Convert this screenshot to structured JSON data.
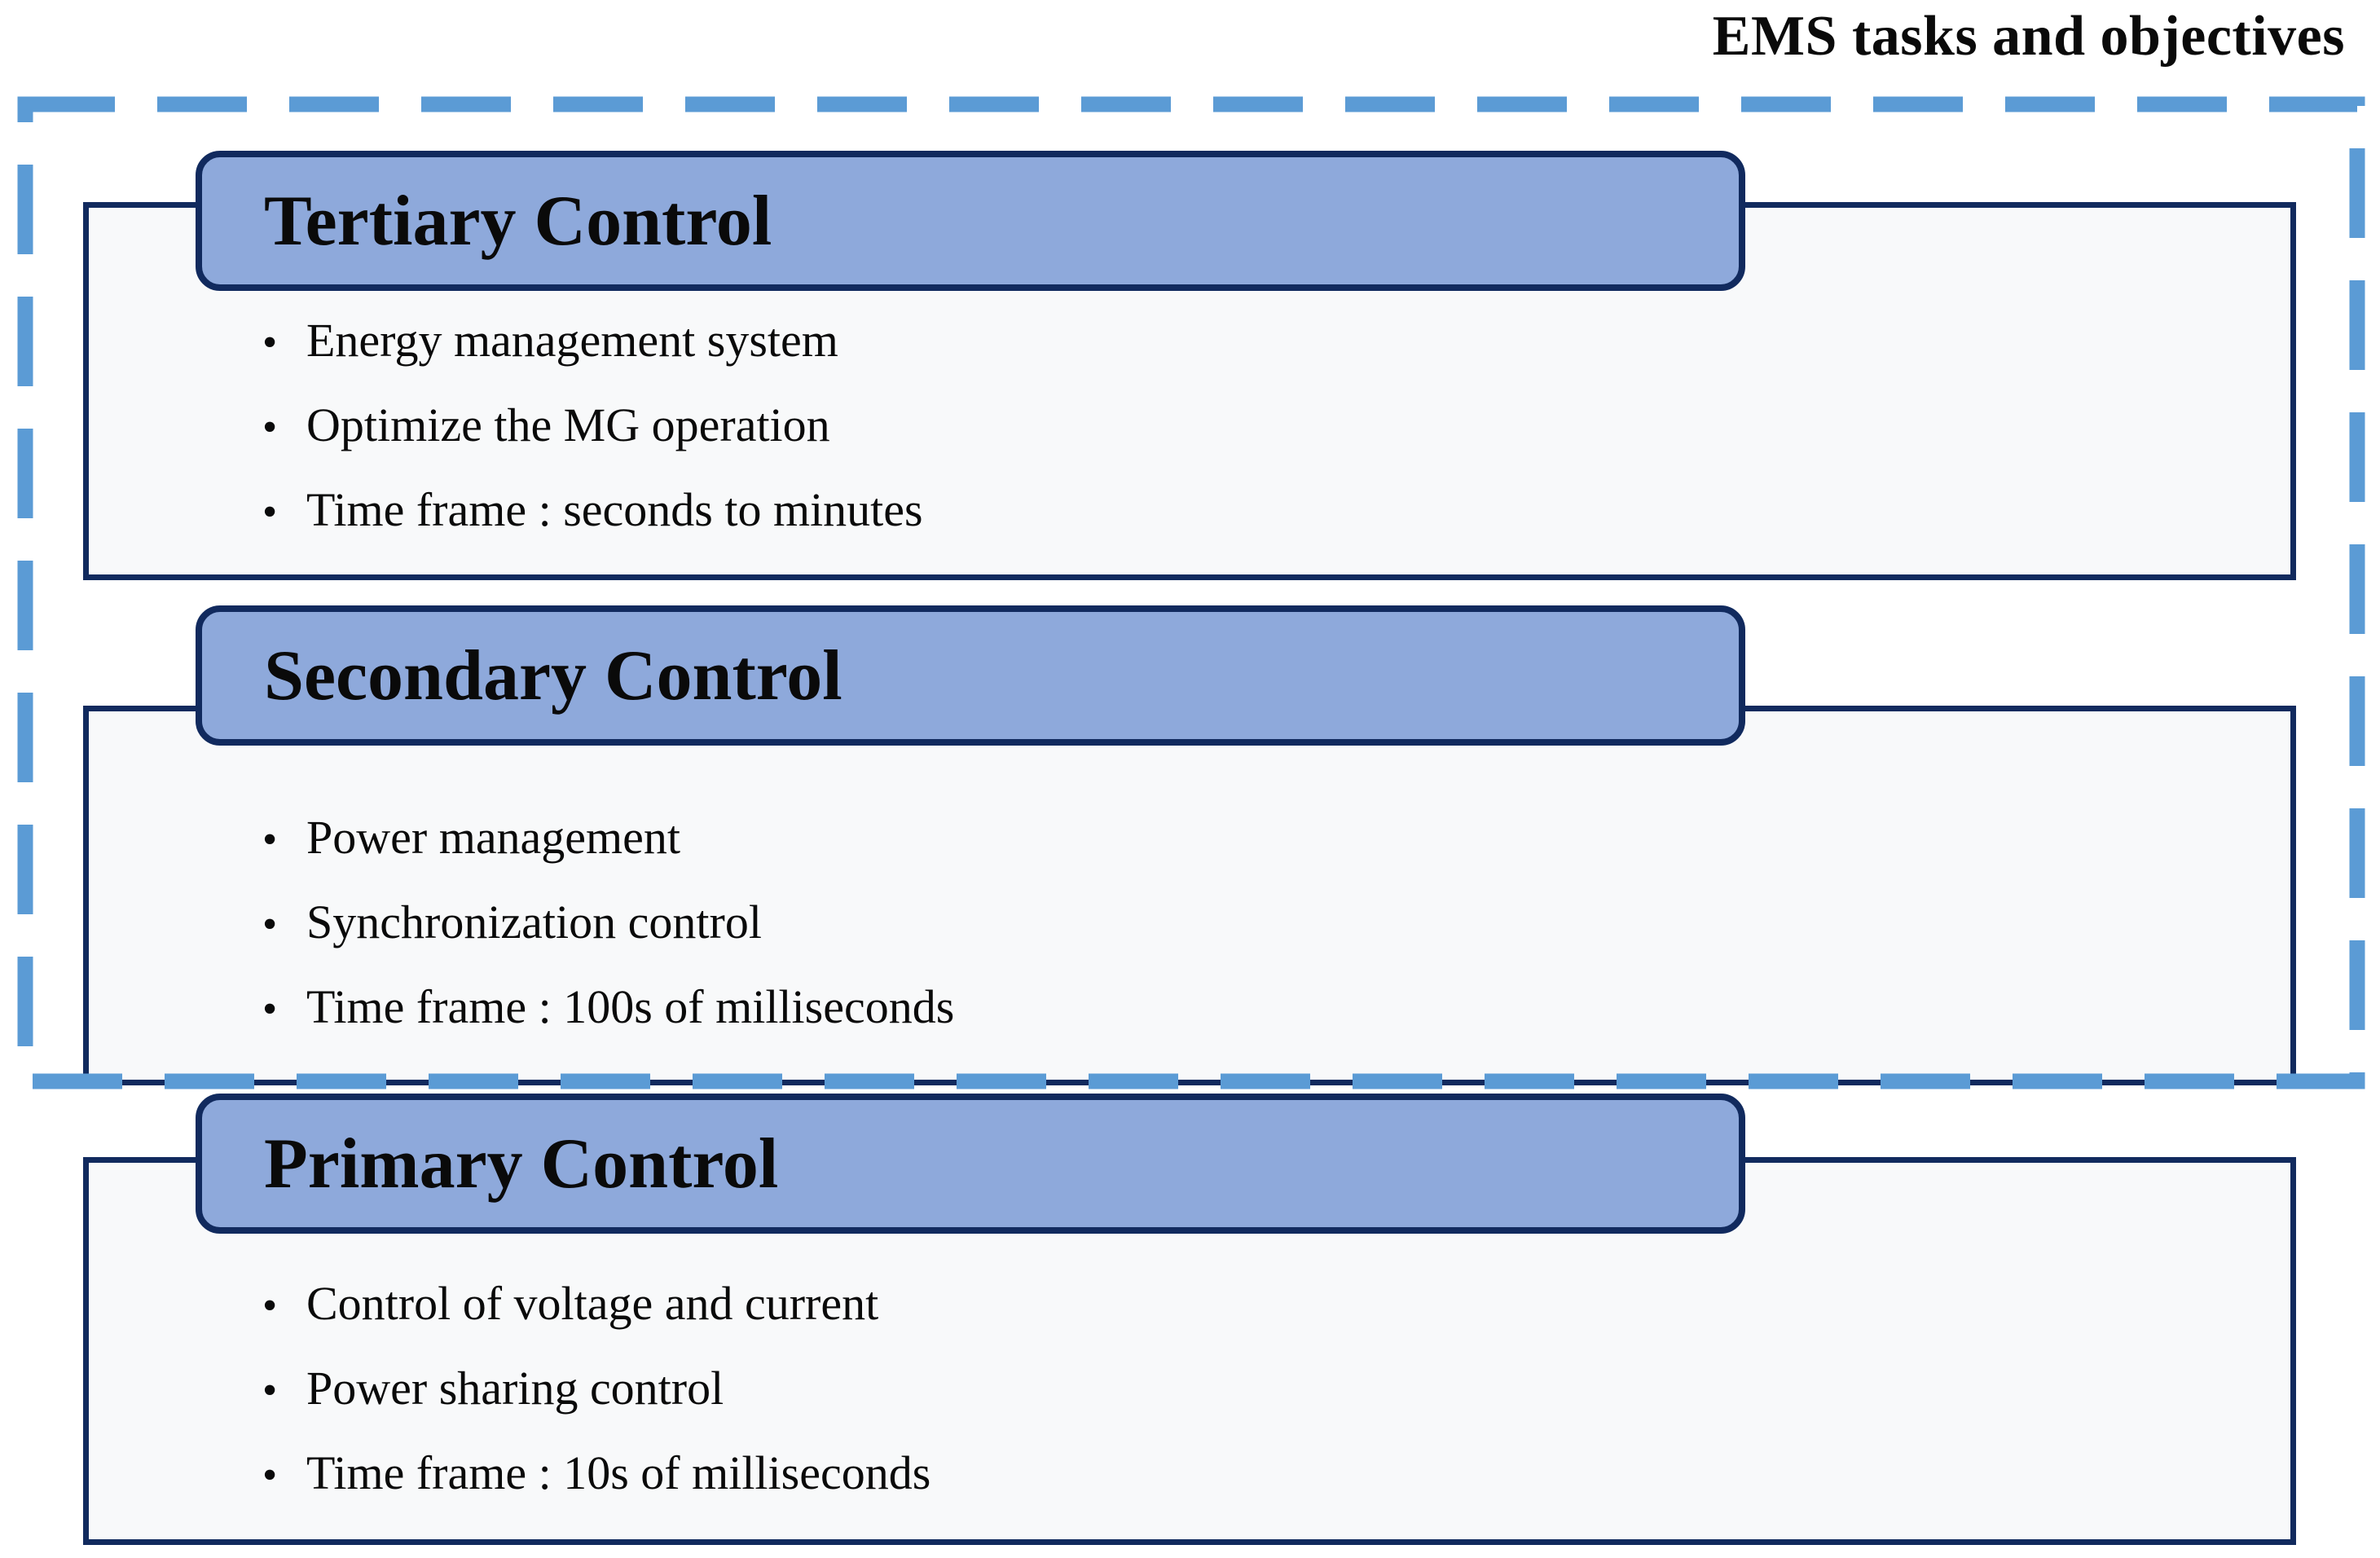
{
  "page": {
    "title": "EMS tasks and objectives"
  },
  "colors": {
    "navy_border": "#112a5e",
    "header_fill": "#8ea9db",
    "dash_blue": "#5b9bd5",
    "panel_bg": "#f8f9fa",
    "text_ink": "#0a0a0a"
  },
  "bullet_glyph": "•",
  "sections": [
    {
      "id": "tertiary",
      "title": "Tertiary Control",
      "bullets": [
        "Energy management system",
        "Optimize the MG operation",
        "Time frame : seconds to minutes"
      ]
    },
    {
      "id": "secondary",
      "title": "Secondary Control",
      "bullets": [
        "Power management",
        "Synchronization control",
        "Time frame : 100s of milliseconds"
      ]
    },
    {
      "id": "primary",
      "title": "Primary Control",
      "bullets": [
        "Control of voltage and current",
        "Power sharing control",
        "Time frame : 10s of milliseconds"
      ]
    }
  ]
}
